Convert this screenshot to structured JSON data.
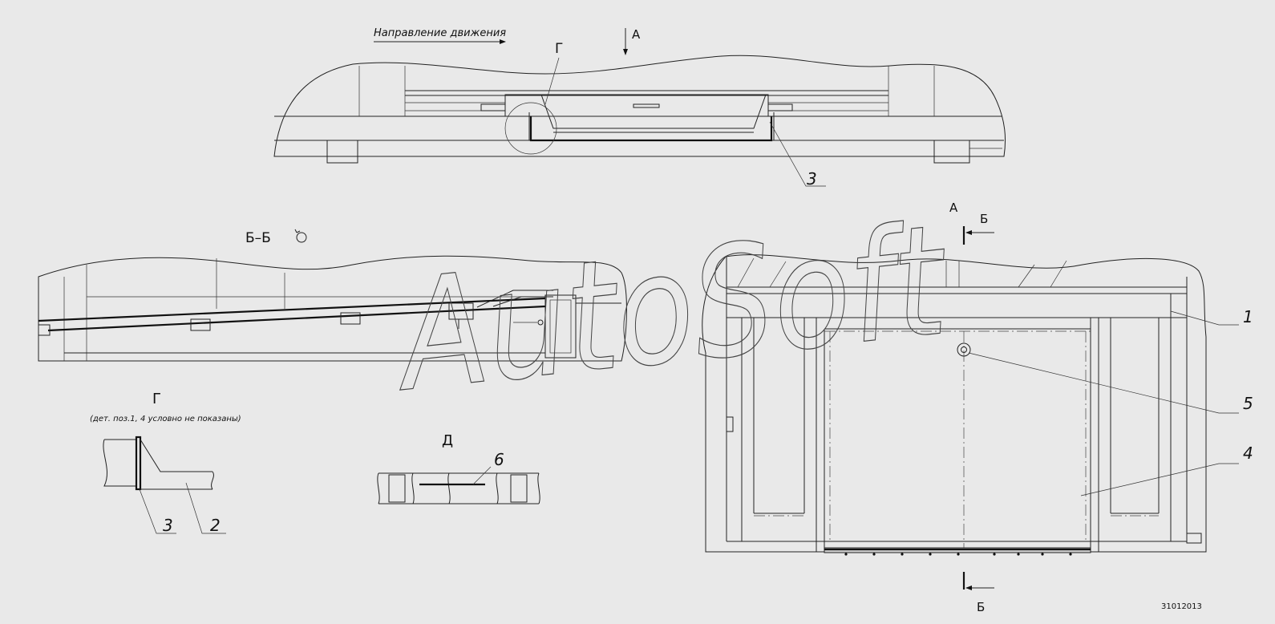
{
  "labels": {
    "direction": "Направление движения",
    "view_a_top": "А",
    "view_g_top": "Г",
    "callout_3_top": "3",
    "section_bb": "Б–Б",
    "view_a_right": "А",
    "section_b_top": "Б",
    "section_b_bottom": "Б",
    "callout_1": "1",
    "callout_5": "5",
    "callout_4": "4",
    "detail_g_title": "Г",
    "detail_g_note": "(дет. поз.1, 4 условно не показаны)",
    "callout_3_detail": "3",
    "callout_2_detail": "2",
    "detail_d_title": "Д",
    "callout_6": "6",
    "drawing_number": "31012013"
  },
  "watermark": "AutoSoft",
  "icons": {
    "section_rotation": "rotation-circle-icon",
    "direction_arrow": "arrow-right-icon"
  }
}
